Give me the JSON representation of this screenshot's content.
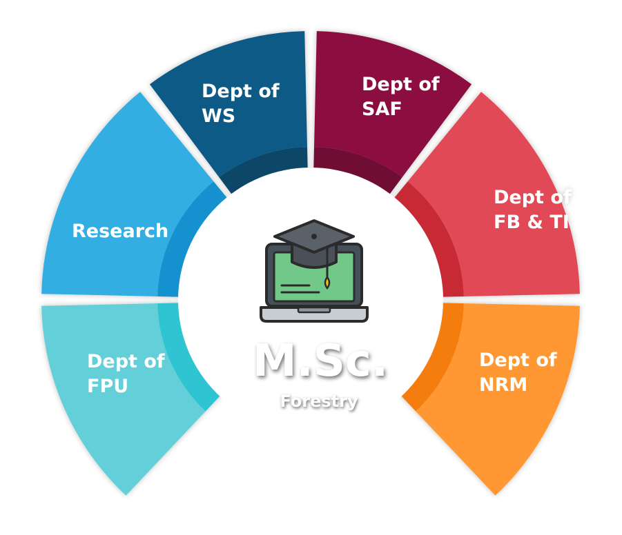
{
  "center": {
    "title": "M.Sc.",
    "subtitle": "Forestry",
    "icon": "graduation-laptop-icon"
  },
  "segments": [
    {
      "id": "fpu",
      "lines": [
        "Dept of",
        "FPU"
      ],
      "color": "#63cfd9",
      "inner_color": "#2ec4d1"
    },
    {
      "id": "research",
      "lines": [
        "Research"
      ],
      "color": "#33aee3",
      "inner_color": "#1291cf"
    },
    {
      "id": "ws",
      "lines": [
        "Dept of",
        "WS"
      ],
      "color": "#0b5a86",
      "inner_color": "#0a4668"
    },
    {
      "id": "saf",
      "lines": [
        "Dept of",
        "SAF"
      ],
      "color": "#8c1040",
      "inner_color": "#700833"
    },
    {
      "id": "fbti",
      "lines": [
        "Dept of",
        "FB & TI"
      ],
      "color": "#e24a57",
      "inner_color": "#c82a36"
    },
    {
      "id": "nrm",
      "lines": [
        "Dept of",
        "NRM"
      ],
      "color": "#ff9830",
      "inner_color": "#f47d0a"
    }
  ]
}
